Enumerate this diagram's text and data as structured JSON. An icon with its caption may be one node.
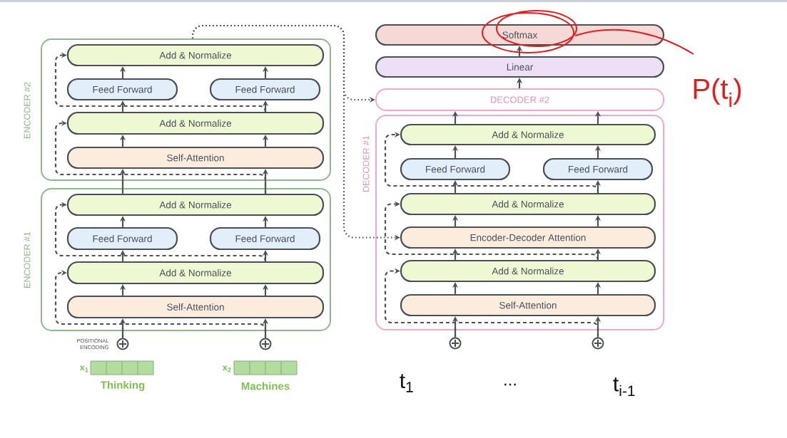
{
  "diagram": {
    "nodes": [
      {
        "text": [
          "ENCODER #2"
        ]
      },
      {
        "text": [
          "Add & Normalize"
        ],
        "in": 0
      },
      {
        "text": [
          "Feed Forward"
        ],
        "in": 0
      },
      {
        "text": [
          "Feed Forward"
        ],
        "in": 0
      },
      {
        "text": [
          "Add & Normalize"
        ],
        "in": 0
      },
      {
        "text": [
          "Self-Attention"
        ],
        "in": 0
      },
      {
        "text": [
          "ENCODER #1"
        ]
      },
      {
        "text": [
          "Add & Normalize"
        ],
        "in": 6
      },
      {
        "text": [
          "Feed Forward"
        ],
        "in": 6
      },
      {
        "text": [
          "Feed Forward"
        ],
        "in": 6
      },
      {
        "text": [
          "Add & Normalize"
        ],
        "in": 6
      },
      {
        "text": [
          "Self-Attention"
        ],
        "in": 6
      },
      {
        "text": [],
        "shape": "circle",
        "beside": [
          "POSITIONAL ENCODING"
        ]
      },
      {
        "text": [],
        "shape": "circle"
      },
      {
        "text": [
          "Softmax"
        ]
      },
      {
        "text": [
          "Linear"
        ]
      },
      {
        "text": [
          "DECODER #2"
        ]
      },
      {
        "text": [
          "DECODER #1"
        ]
      },
      {
        "text": [
          "Add & Normalize"
        ],
        "in": 17
      },
      {
        "text": [
          "Feed Forward"
        ],
        "in": 17
      },
      {
        "text": [
          "Feed Forward"
        ],
        "in": 17
      },
      {
        "text": [
          "Add & Normalize"
        ],
        "in": 17
      },
      {
        "text": [
          "Encoder-Decoder Attention"
        ],
        "in": 17
      },
      {
        "text": [
          "Add & Normalize"
        ],
        "in": 17
      },
      {
        "text": [
          "Self-Attention"
        ],
        "in": 17
      },
      {
        "text": [],
        "shape": "circle"
      },
      {
        "text": [],
        "shape": "circle"
      }
    ],
    "edges": [
      {
        "from": 12,
        "to": 11,
        "arrow": "to"
      },
      {
        "from": 13,
        "to": 11,
        "arrow": "to"
      },
      {
        "from": 11,
        "to": 10,
        "arrow": "to"
      },
      {
        "from": 11,
        "to": 10,
        "arrow": "to"
      },
      {
        "from": 10,
        "to": 8,
        "arrow": "to"
      },
      {
        "from": 10,
        "to": 9,
        "arrow": "to"
      },
      {
        "from": 8,
        "to": 7,
        "arrow": "to"
      },
      {
        "from": 9,
        "to": 7,
        "arrow": "to"
      },
      {
        "from": 12,
        "to": 10,
        "arrow": "to",
        "style": "dashed"
      },
      {
        "from": 13,
        "to": 10,
        "arrow": "to",
        "style": "dashed"
      },
      {
        "from": 10,
        "to": 7,
        "arrow": "to",
        "style": "dashed"
      },
      {
        "from": 7,
        "to": 5,
        "arrow": "to"
      },
      {
        "from": 7,
        "to": 5,
        "arrow": "to"
      },
      {
        "from": 5,
        "to": 4,
        "arrow": "to"
      },
      {
        "from": 5,
        "to": 4,
        "arrow": "to"
      },
      {
        "from": 4,
        "to": 2,
        "arrow": "to"
      },
      {
        "from": 4,
        "to": 3,
        "arrow": "to"
      },
      {
        "from": 2,
        "to": 1,
        "arrow": "to"
      },
      {
        "from": 3,
        "to": 1,
        "arrow": "to"
      },
      {
        "from": 7,
        "to": 4,
        "arrow": "to",
        "style": "dashed"
      },
      {
        "from": 4,
        "to": 1,
        "arrow": "to",
        "style": "dashed"
      },
      {
        "from": 25,
        "to": 24,
        "arrow": "to"
      },
      {
        "from": 26,
        "to": 24,
        "arrow": "to"
      },
      {
        "from": 24,
        "to": 23,
        "arrow": "to"
      },
      {
        "from": 24,
        "to": 23,
        "arrow": "to"
      },
      {
        "from": 23,
        "to": 22,
        "arrow": "to"
      },
      {
        "from": 23,
        "to": 22,
        "arrow": "to"
      },
      {
        "from": 22,
        "to": 21,
        "arrow": "to"
      },
      {
        "from": 22,
        "to": 21,
        "arrow": "to"
      },
      {
        "from": 21,
        "to": 19,
        "arrow": "to"
      },
      {
        "from": 21,
        "to": 20,
        "arrow": "to"
      },
      {
        "from": 19,
        "to": 18,
        "arrow": "to"
      },
      {
        "from": 20,
        "to": 18,
        "arrow": "to"
      },
      {
        "from": 18,
        "to": 16,
        "arrow": "to"
      },
      {
        "from": 18,
        "to": 16,
        "arrow": "to"
      },
      {
        "from": 16,
        "to": 15,
        "arrow": "to"
      },
      {
        "from": 15,
        "to": 14,
        "arrow": "to"
      },
      {
        "from": 25,
        "to": 23,
        "arrow": "to",
        "style": "dashed"
      },
      {
        "from": 26,
        "to": 23,
        "arrow": "to",
        "style": "dashed"
      },
      {
        "from": 23,
        "to": 21,
        "arrow": "to",
        "style": "dashed"
      },
      {
        "from": 21,
        "to": 18,
        "arrow": "to",
        "style": "dashed"
      },
      {
        "from": 0,
        "to": 16,
        "arrow": "to",
        "style": "dashed"
      },
      {
        "from": 0,
        "to": 22,
        "arrow": "to",
        "style": "dashed"
      }
    ],
    "labels": [
      "P(t$_{i}$)",
      "x$_{1}$",
      "x$_{2}$",
      "Thinking",
      "Machines",
      "t$_{1}$",
      "...",
      "t$_{i-1}$"
    ]
  }
}
